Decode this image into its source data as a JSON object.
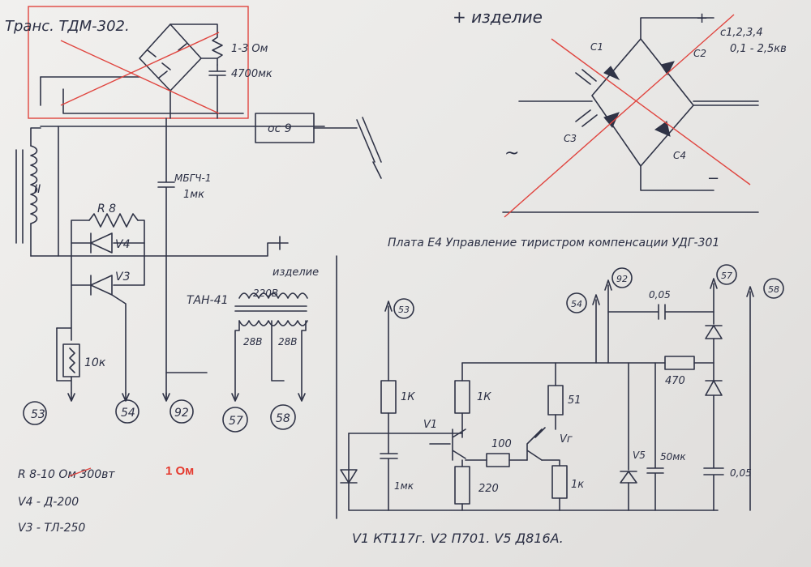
{
  "labels": {
    "trans_title": "Транс. ТДМ-302.",
    "plus_izdelie": "+ изделие",
    "resistor_top": "1-3 Ом",
    "cap_top": "4700мк",
    "contactor": "ос 9",
    "winding": "II",
    "cap_mbgch": "МБГЧ-1",
    "cap_mbgch_val": "1мк",
    "r8": "R 8",
    "v4": "V4",
    "v3": "V3",
    "r10k": "10к",
    "izdelie": "изделие",
    "tan": "ТАН-41",
    "v220": "220В",
    "v28a": "28В",
    "v28b": "28В",
    "c1": "C1",
    "c2": "C2",
    "c3": "C3",
    "c4": "C4",
    "bridge_plus": "+",
    "bridge_minus": "−",
    "tilde": "~",
    "caps_note_1": "с1,2,3,4",
    "caps_note_2": "0,1 - 2,5кв",
    "plate_title": "Плата Е4  Управление тиристром компенсации  УДГ-301",
    "r1k_a": "1К",
    "r1k_b": "1К",
    "r1k_c": "1к",
    "r51": "51",
    "r100": "100",
    "r220": "220",
    "r470": "470",
    "cap_1mk": "1мк",
    "cap_05": "0,05",
    "cap_50": "50мк",
    "cap_05b": "0,05",
    "v1": "V1",
    "v2": "Vг",
    "v5": "V5",
    "note_r8": "R 8-10 Ом 300вт",
    "note_r8_fix": "1  Ом",
    "note_v4": "V4 - Д-200",
    "note_v3": "V3 - ТЛ-250",
    "parts_line": "V1  КТ117г.  V2  П701.   V5 Д816А."
  },
  "terminals": {
    "t53": "53",
    "t54": "54",
    "t92": "92",
    "t57": "57",
    "t58": "58",
    "p53": "53",
    "p54": "54",
    "p92": "92",
    "p57": "57",
    "p58": "58"
  },
  "colors": {
    "ink": "#2f3346",
    "red_mark": "#e0453f",
    "paper": "#efeeec"
  }
}
